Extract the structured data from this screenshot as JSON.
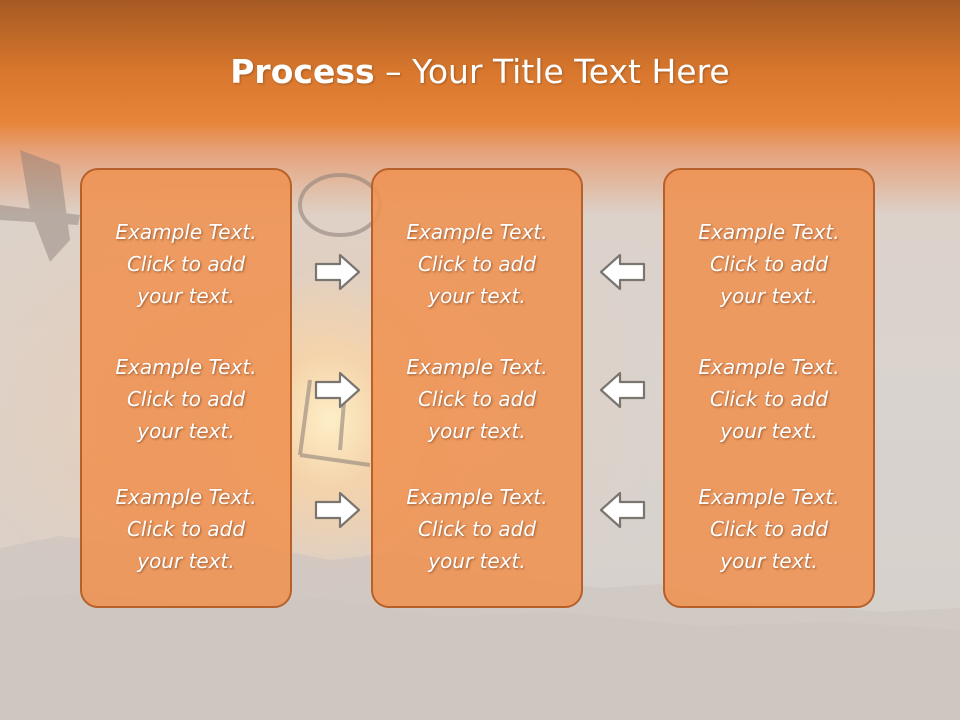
{
  "slide": {
    "title_bold": "Process",
    "title_rest": " – Your Title Text Here"
  },
  "columns": [
    {
      "items": [
        "Example Text.\nClick  to add\nyour text.",
        "Example Text.\nClick  to add\nyour text.",
        "Example Text.\nClick  to add\nyour text."
      ]
    },
    {
      "items": [
        "Example Text.\nClick  to add\nyour text.",
        "Example Text.\nClick  to add\nyour text.",
        "Example Text.\nClick  to add\nyour text."
      ]
    },
    {
      "items": [
        "Example Text.\nClick  to add\nyour text.",
        "Example Text.\nClick  to add\nyour text.",
        "Example Text.\nClick  to add\nyour text."
      ]
    }
  ],
  "arrows": {
    "left_group": [
      "arrow-right-icon",
      "arrow-right-icon",
      "arrow-right-icon"
    ],
    "right_group": [
      "arrow-left-icon",
      "arrow-left-icon",
      "arrow-left-icon"
    ]
  },
  "colors": {
    "header": "#e7853a",
    "box_fill": "#ef9252",
    "box_border": "#b8602a",
    "text": "#ffffff"
  }
}
